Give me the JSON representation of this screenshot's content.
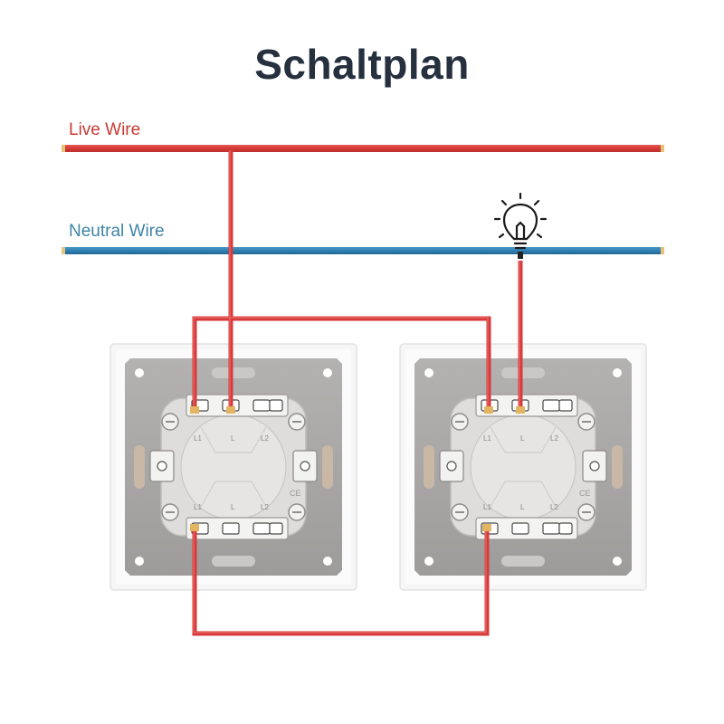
{
  "title": "Schaltplan",
  "wires": {
    "live_label": "Live Wire",
    "neutral_label": "Neutral Wire"
  },
  "colors": {
    "live": "#d8393a",
    "neutral": "#2f7fb0",
    "plate": "#f7f7f7",
    "insert": "#a9a8a7",
    "title": "#26303f"
  },
  "switches": [
    {
      "name": "switch-left",
      "terminals_top": [
        "L1",
        "L",
        "L2"
      ],
      "terminals_bottom": [
        "L1",
        "L",
        "L2"
      ]
    },
    {
      "name": "switch-right",
      "terminals_top": [
        "L1",
        "L",
        "L2"
      ],
      "terminals_bottom": [
        "L1",
        "L",
        "L2"
      ]
    }
  ],
  "icons": {
    "lamp": "light-bulb-icon"
  }
}
